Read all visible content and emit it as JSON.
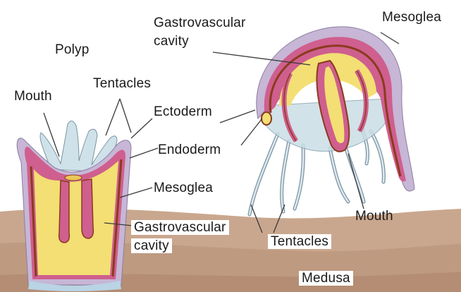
{
  "labels": {
    "polyp": "Polyp",
    "mouth_polyp": "Mouth",
    "tentacles_polyp": "Tentacles",
    "ectoderm": "Ectoderm",
    "endoderm": "Endoderm",
    "mesoglea_polyp": "Mesoglea",
    "gastro_polyp_line1": "Gastrovascular",
    "gastro_polyp_line2": "cavity",
    "gastro_medusa_line1": "Gastrovascular",
    "gastro_medusa_line2": "cavity",
    "mesoglea_medusa": "Mesoglea",
    "mouth_medusa": "Mouth",
    "tentacles_medusa": "Tentacles",
    "medusa": "Medusa"
  },
  "colors": {
    "ectoderm_lilac": "#c7b6d6",
    "endoderm_pink": "#cf5f8e",
    "mesoglea_dark": "#8a3a1e",
    "cavity_yellow": "#f3df74",
    "bell_tissue_blue": "#c9dde6",
    "tentacle_blue": "#dde9ef",
    "ground_tan": "#c9a78e",
    "ground_dark": "#b58f77"
  }
}
